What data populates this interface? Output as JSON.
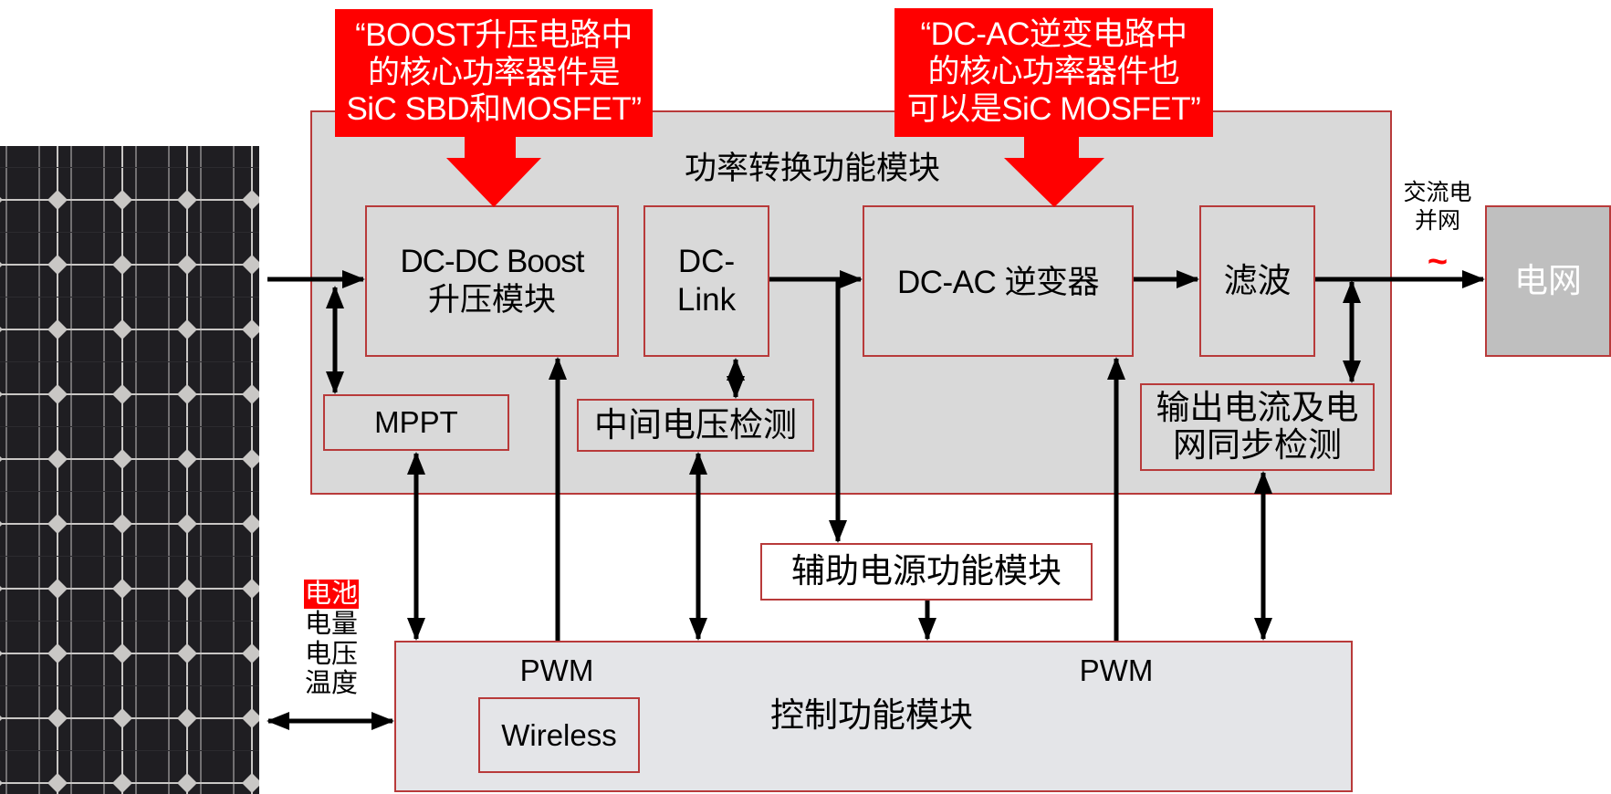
{
  "callouts": {
    "boost": [
      "“BOOST升压电路中",
      "的核心功率器件是",
      "SiC SBD和MOSFET”"
    ],
    "inverter": [
      "“DC-AC逆变电路中",
      "的核心功率器件也",
      "可以是SiC MOSFET”"
    ]
  },
  "power_module": {
    "title": "功率转换功能模块",
    "boost_block": [
      "DC-DC Boost",
      "升压模块"
    ],
    "dc_link": [
      "DC-",
      "Link"
    ],
    "inverter": "DC-AC 逆变器",
    "filter": "滤波",
    "mppt": "MPPT",
    "mid_voltage": "中间电压检测",
    "output_detect": [
      "输出电流及电",
      "网同步检测"
    ]
  },
  "grid": {
    "label": "电网",
    "ac_label": [
      "交流电",
      "并网"
    ],
    "ac_symbol": "~"
  },
  "aux_power": "辅助电源功能模块",
  "control_module": {
    "title": "控制功能模块",
    "pwm_left": "PWM",
    "pwm_right": "PWM",
    "wireless": "Wireless"
  },
  "battery_info": {
    "highlight": "电池",
    "lines": [
      "电量",
      "电压",
      "温度"
    ]
  },
  "solar_panel": {
    "icon": "solar-panel-image"
  },
  "colors": {
    "callout_red": "#ff0000",
    "border_red": "#b83a3a",
    "module_gray": "#d9d9d9",
    "control_gray": "#e4e5e8",
    "grid_gray": "#bfbfbf"
  }
}
